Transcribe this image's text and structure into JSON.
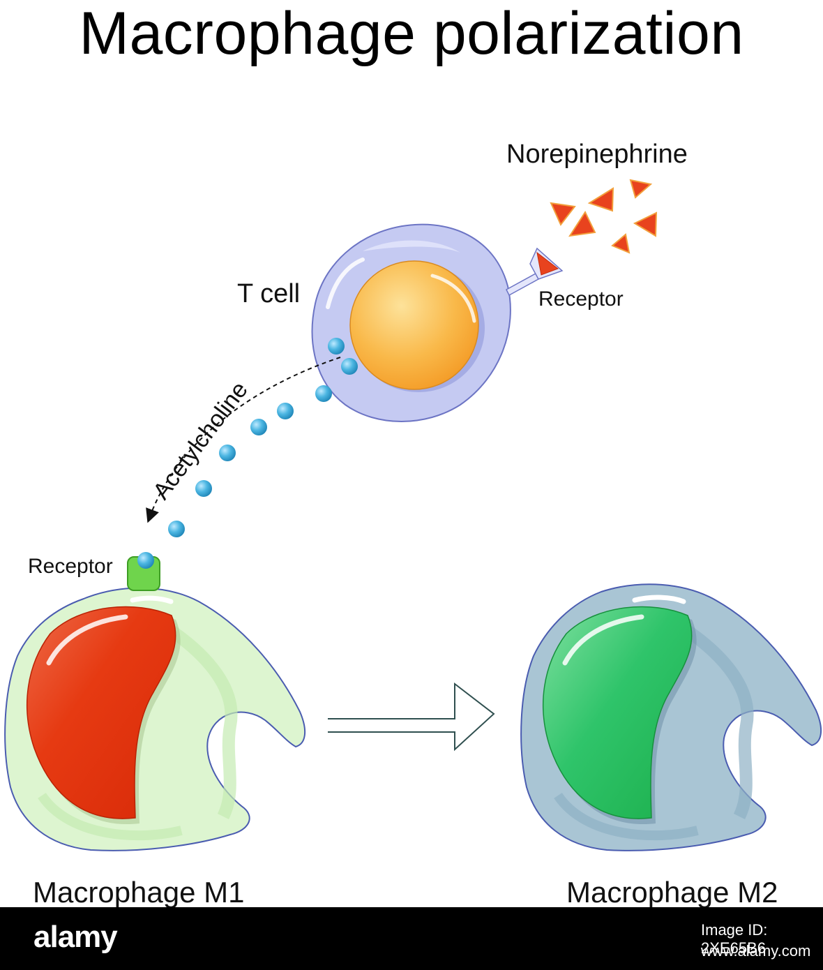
{
  "title": "Macrophage polarization",
  "labels": {
    "norepinephrine": "Norepinephrine",
    "t_cell": "T cell",
    "receptor_t_cell": "Receptor",
    "acetylcholine": "Acetylcholine",
    "receptor_macrophage": "Receptor",
    "macrophage_m1": "Macrophage M1",
    "macrophage_m2": "Macrophage M2"
  },
  "footer": {
    "logo_text": "alamy",
    "image_id": "Image ID: 2XE65B6",
    "url": "www.alamy.com"
  },
  "colors": {
    "t_cell_body": "#c5caf2",
    "t_cell_nucleus": "#f9b94a",
    "acetylcholine": "#4cb6e2",
    "norepinephrine": "#e8431e",
    "receptor_m1": "#6fd44c",
    "m1_body": "#ddf5d0",
    "m1_nucleus": "#e63a12",
    "m2_body": "#a9c5d4",
    "m2_nucleus": "#2fc46a"
  }
}
